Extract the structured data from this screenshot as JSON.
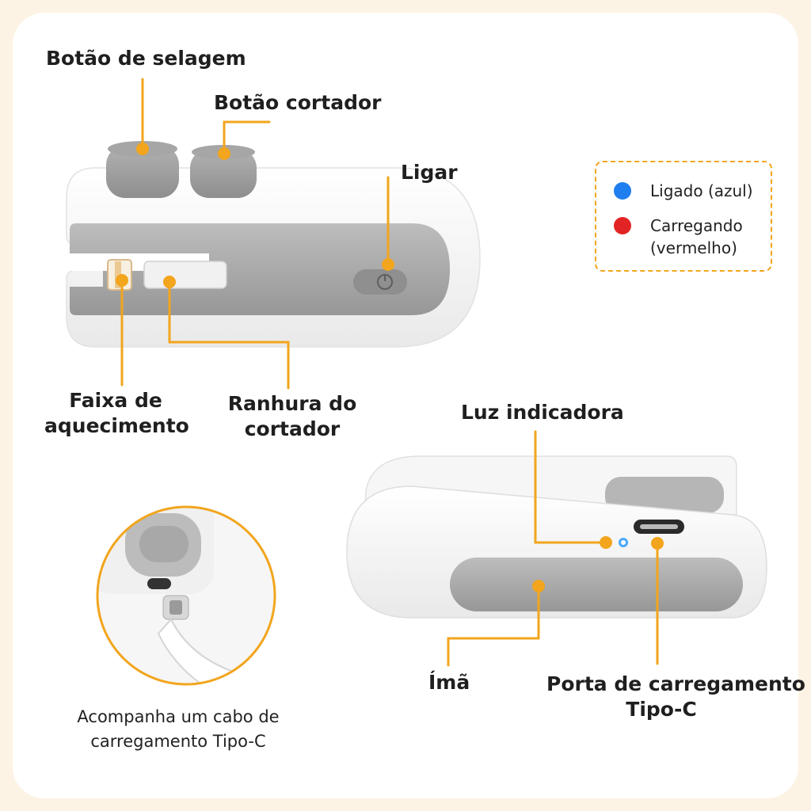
{
  "labels": {
    "sealing_button": "Botão de selagem",
    "cutter_button": "Botão cortador",
    "power": "Ligar",
    "heating_strip": [
      "Faixa de",
      "aquecimento"
    ],
    "cutter_slot": [
      "Ranhura do",
      "cortador"
    ],
    "indicator_light": "Luz indicadora",
    "magnet": "Ímã",
    "charging_port": [
      "Porta de carregamento",
      "Tipo-C"
    ]
  },
  "legend": {
    "items": [
      {
        "text": [
          "Ligado (azul)"
        ],
        "color": "#1f7ef0"
      },
      {
        "text": [
          "Carregando",
          "(vermelho)"
        ],
        "color": "#e32424"
      }
    ]
  },
  "caption": [
    "Acompanha um cabo de",
    "carregamento Tipo-C"
  ],
  "colors": {
    "accent": "#f2a51d",
    "device_white": "#ffffff",
    "device_gray": "#a3a3a3",
    "button_gray": "#9c9c9c",
    "page_background": "#fdf3e4"
  }
}
